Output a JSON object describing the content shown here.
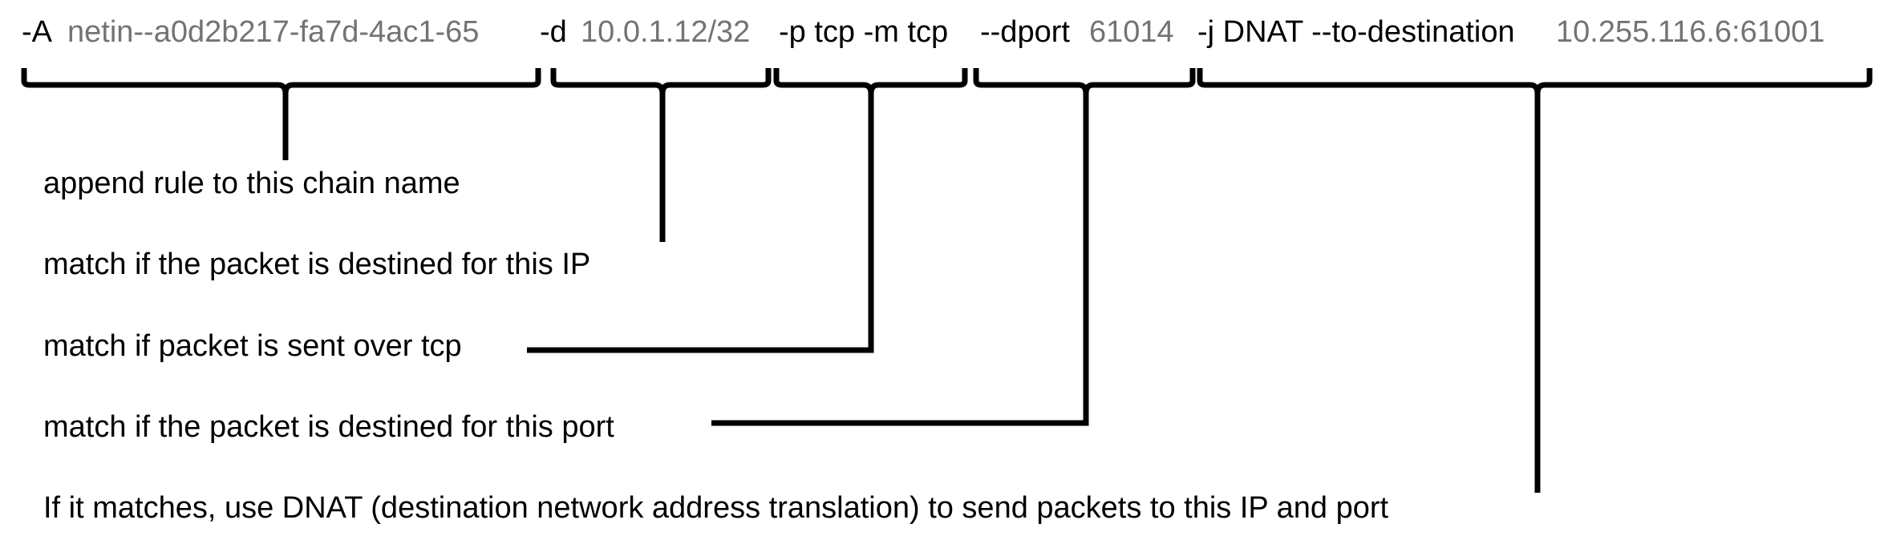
{
  "colors": {
    "keyword": "#000000",
    "value": "#737373",
    "line": "#000000",
    "background": "#ffffff"
  },
  "command": {
    "segments": [
      {
        "id": "opt-append",
        "text": "-A",
        "kind": "keyword"
      },
      {
        "id": "chain-name",
        "text": "netin--a0d2b217-fa7d-4ac1-65",
        "kind": "value"
      },
      {
        "id": "opt-dest",
        "text": "-d",
        "kind": "keyword"
      },
      {
        "id": "dest-ip",
        "text": "10.0.1.12/32",
        "kind": "value"
      },
      {
        "id": "opt-proto",
        "text": "-p tcp -m tcp",
        "kind": "keyword"
      },
      {
        "id": "opt-dport",
        "text": "--dport",
        "kind": "keyword"
      },
      {
        "id": "dport-value",
        "text": "61014",
        "kind": "value"
      },
      {
        "id": "opt-jump",
        "text": "-j DNAT --to-destination",
        "kind": "keyword"
      },
      {
        "id": "to-destination",
        "text": "10.255.116.6:61001",
        "kind": "value"
      }
    ]
  },
  "annotations": [
    {
      "id": "append-rule",
      "text": "append rule to this chain name"
    },
    {
      "id": "match-dest-ip",
      "text": "match if the packet is destined for this IP"
    },
    {
      "id": "match-tcp",
      "text": "match if packet is sent over tcp"
    },
    {
      "id": "match-dest-port",
      "text": "match if the packet is destined for this port"
    },
    {
      "id": "dnat-action",
      "text": "If it matches, use DNAT (destination network address translation) to send packets to this IP and port"
    }
  ]
}
